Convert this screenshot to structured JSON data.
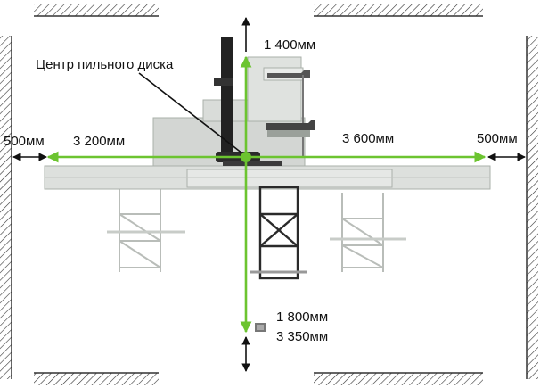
{
  "labels": {
    "height_top": "1 400",
    "height_top_unit": "мм",
    "saw_center": "Центр пильного диска",
    "left_clearance": "500мм",
    "left_length": "3 200мм",
    "right_length": "3 600мм",
    "right_clearance": "500мм",
    "front_depth": "1 800мм",
    "total_depth": "3 350мм"
  },
  "colors": {
    "dimension_green": "#6cc430",
    "machine_body": "#d9dcd9",
    "machine_outline": "#aab0aa",
    "frame_dark": "#2b2b2b",
    "wall_hatch": "#333333"
  }
}
